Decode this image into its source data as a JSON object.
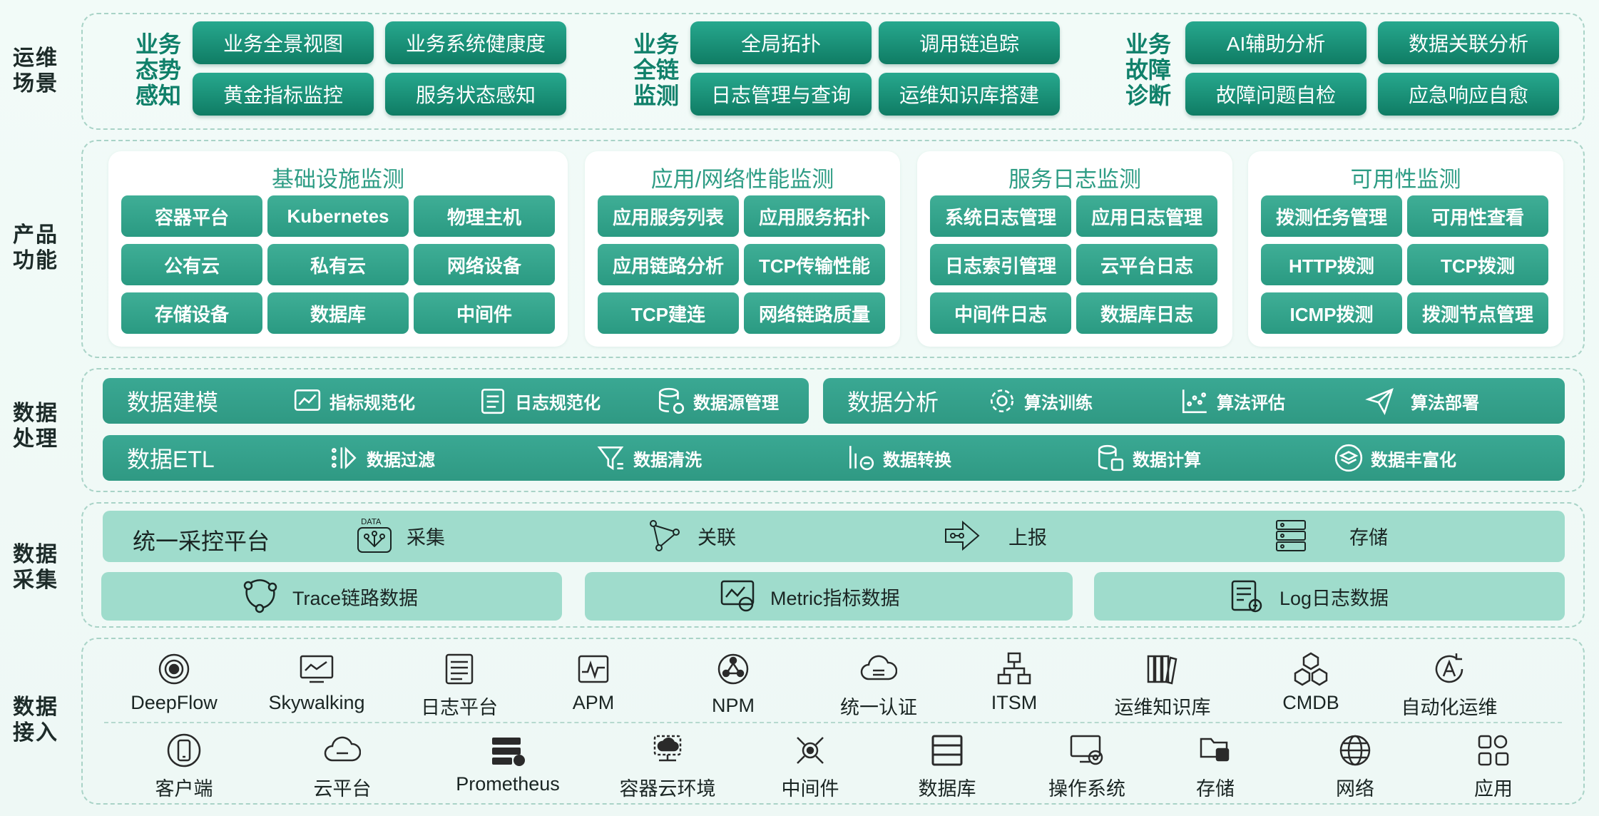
{
  "layers": {
    "ops": "运维\n场景",
    "product": "产品\n功能",
    "processing": "数据\n处理",
    "collection": "数据\n采集",
    "access": "数据\n接入"
  },
  "scenarios": [
    {
      "label": "业务\n态势\n感知",
      "items": [
        "业务全景视图",
        "业务系统健康度",
        "黄金指标监控",
        "服务状态感知"
      ]
    },
    {
      "label": "业务\n全链\n监测",
      "items": [
        "全局拓扑",
        "调用链追踪",
        "日志管理与查询",
        "运维知识库搭建"
      ]
    },
    {
      "label": "业务\n故障\n诊断",
      "items": [
        "AI辅助分析",
        "数据关联分析",
        "故障问题自检",
        "应急响应自愈"
      ]
    }
  ],
  "products": [
    {
      "title": "基础设施监测",
      "items": [
        "容器平台",
        "Kubernetes",
        "物理主机",
        "公有云",
        "私有云",
        "网络设备",
        "存储设备",
        "数据库",
        "中间件"
      ]
    },
    {
      "title": "应用/网络性能监测",
      "items": [
        "应用服务列表",
        "应用服务拓扑",
        "应用链路分析",
        "TCP传输性能",
        "TCP建连",
        "网络链路质量"
      ]
    },
    {
      "title": "服务日志监测",
      "items": [
        "系统日志管理",
        "应用日志管理",
        "日志索引管理",
        "云平台日志",
        "中间件日志",
        "数据库日志"
      ]
    },
    {
      "title": "可用性监测",
      "items": [
        "拨测任务管理",
        "可用性查看",
        "HTTP拨测",
        "TCP拨测",
        "ICMP拨测",
        "拨测节点管理"
      ]
    }
  ],
  "processing": {
    "modeling": {
      "title": "数据建模",
      "items": [
        "指标规范化",
        "日志规范化",
        "数据源管理"
      ]
    },
    "analysis": {
      "title": "数据分析",
      "items": [
        "算法训练",
        "算法评估",
        "算法部署"
      ]
    },
    "etl": {
      "title": "数据ETL",
      "items": [
        "数据过滤",
        "数据清洗",
        "数据转换",
        "数据计算",
        "数据丰富化"
      ]
    }
  },
  "collection": {
    "platform": {
      "title": "统一采控平台",
      "items": [
        "采集",
        "关联",
        "上报",
        "存储"
      ]
    },
    "data_icon_label": "DATA",
    "sources": [
      "Trace链路数据",
      "Metric指标数据",
      "Log日志数据"
    ]
  },
  "access": {
    "row1": [
      "DeepFlow",
      "Skywalking",
      "日志平台",
      "APM",
      "NPM",
      "统一认证",
      "ITSM",
      "运维知识库",
      "CMDB",
      "自动化运维"
    ],
    "row2": [
      "客户端",
      "云平台",
      "Prometheus",
      "容器云环境",
      "中间件",
      "数据库",
      "操作系统",
      "存储",
      "网络",
      "应用"
    ]
  },
  "colors": {
    "primary": "#2a9a82",
    "dark": "#0f7c64",
    "light_band": "#9fdccc",
    "title_green": "#2d9c84"
  }
}
